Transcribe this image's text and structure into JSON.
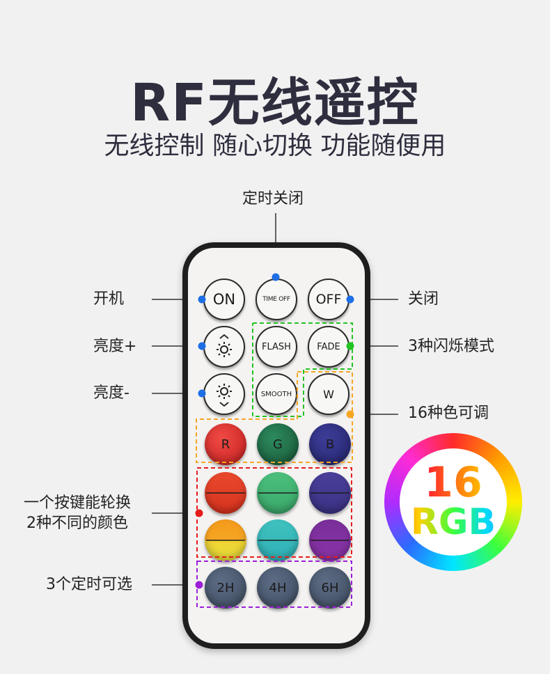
{
  "header": {
    "title": "RF无线遥控",
    "subtitle": "无线控制 随心切换 功能随便用"
  },
  "labels": {
    "timer_off": "定时关闭",
    "power_on": "开机",
    "power_off": "关闭",
    "brightness_up": "亮度+",
    "brightness_down": "亮度-",
    "flash_modes": "3种闪烁模式",
    "colors_adjustable": "16种色可调",
    "dual_color_line1": "一个按键能轮换",
    "dual_color_line2": "2种不同的颜色",
    "timer_options": "3个定时可选"
  },
  "buttons": {
    "on": "ON",
    "time_off": "TIME OFF",
    "off": "OFF",
    "flash": "FLASH",
    "fade": "FADE",
    "smooth": "SMOOTH",
    "w": "W",
    "r": "R",
    "g": "G",
    "b": "B",
    "t2h": "2H",
    "t4h": "4H",
    "t6h": "6H"
  },
  "badge": {
    "number": "16",
    "text": "RGB"
  },
  "colors": {
    "dot_blue": "#1e6fe6",
    "dot_green": "#22c322",
    "dot_orange": "#f5a623",
    "dot_red": "#e61c1c",
    "dot_purple": "#9b1fd6",
    "red_btn": "#d8302e",
    "green_btn": "#1e6b47",
    "blue_btn": "#2f2f7a",
    "timer_btn": "#4b5a70"
  }
}
